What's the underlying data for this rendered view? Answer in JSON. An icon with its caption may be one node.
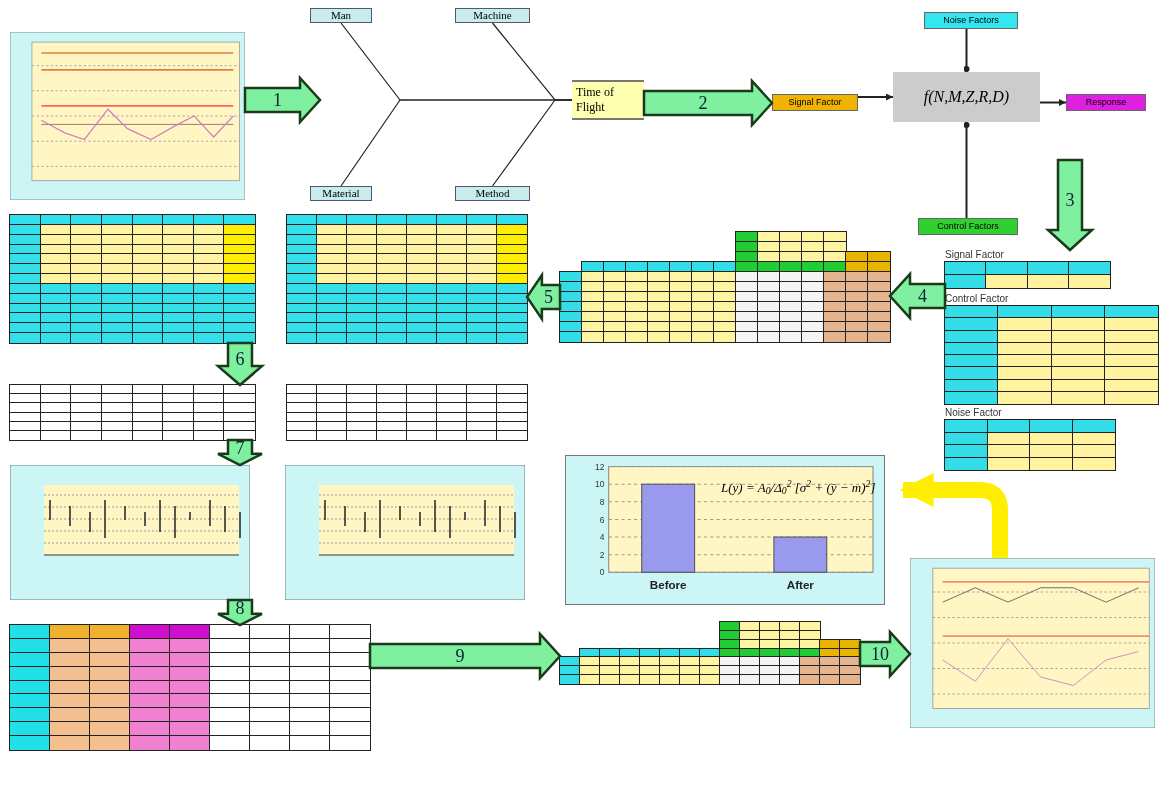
{
  "diagram": {
    "nodes": [
      {
        "text": [],
        "shape": "picture"
      },
      {
        "text": [
          "Man"
        ]
      },
      {
        "text": [
          "Machine"
        ]
      },
      {
        "text": [
          "Material"
        ]
      },
      {
        "text": [
          "Method"
        ]
      },
      {
        "text": [
          "Time of Flight"
        ]
      },
      {
        "text": [
          "f(N,M,Z,R,D)"
        ]
      },
      {
        "text": [
          "Noise Factors"
        ]
      },
      {
        "text": [
          "Signal Factor"
        ]
      },
      {
        "text": [
          "Response"
        ]
      },
      {
        "text": [
          "Control Factors"
        ]
      },
      {
        "text": [
          "Signal Factor"
        ]
      },
      {
        "text": [
          "Control Factor"
        ]
      },
      {
        "text": [
          "Noise Factor"
        ]
      },
      {
        "text": [],
        "shape": "picture"
      },
      {
        "text": [],
        "shape": "picture"
      },
      {
        "text": [],
        "shape": "picture"
      },
      {
        "text": [],
        "shape": "picture"
      },
      {
        "text": [],
        "shape": "picture"
      },
      {
        "text": [],
        "shape": "picture"
      },
      {
        "text": [],
        "shape": "picture"
      },
      {
        "text": [],
        "shape": "picture"
      },
      {
        "text": [],
        "shape": "picture"
      },
      {
        "text": [],
        "shape": "picture"
      },
      {
        "text": [],
        "shape": "box"
      }
    ],
    "edges": [
      {
        "from": 1,
        "to": 5,
        "arrow": "none"
      },
      {
        "from": 2,
        "to": 5,
        "arrow": "none"
      },
      {
        "from": 3,
        "to": 5,
        "arrow": "none"
      },
      {
        "from": 4,
        "to": 5,
        "arrow": "none"
      },
      {
        "from": 7,
        "to": 6,
        "arrow": "other"
      },
      {
        "from": 10,
        "to": 6,
        "arrow": "other"
      },
      {
        "from": 8,
        "to": 6,
        "arrow": "to"
      },
      {
        "from": 6,
        "to": 9,
        "arrow": "to"
      },
      {
        "from": 0,
        "to": null,
        "arrow": "to",
        "label": "1",
        "style": "thick"
      },
      {
        "from": 5,
        "to": 8,
        "arrow": "to",
        "label": "2",
        "style": "thick"
      },
      {
        "from": null,
        "to": 11,
        "arrow": "to",
        "label": "3",
        "style": "thick"
      },
      {
        "from": 12,
        "to": 14,
        "arrow": "to",
        "label": "4",
        "style": "thick"
      },
      {
        "from": 14,
        "to": 16,
        "arrow": "to",
        "label": "5",
        "style": "thick"
      },
      {
        "from": 15,
        "to": 17,
        "arrow": "to",
        "label": "6",
        "style": "thick"
      },
      {
        "from": 17,
        "to": 19,
        "arrow": "to",
        "label": "7",
        "style": "thick"
      },
      {
        "from": 19,
        "to": 21,
        "arrow": "to",
        "label": "8",
        "style": "thick"
      },
      {
        "from": 21,
        "to": 22,
        "arrow": "to",
        "label": "9",
        "style": "thick"
      },
      {
        "from": 22,
        "to": 23,
        "arrow": "to",
        "label": "10",
        "style": "thick"
      },
      {
        "from": 23,
        "to": 24,
        "arrow": "to",
        "style": "thick",
        "color": "#ffee00"
      }
    ],
    "labels": [
      "L(y) = A$_{0}$/Δ$_{0}$$^{2}$ [σ$^{2}$ + (ȳ − m)$^{2}$]"
    ],
    "chart_data": {
      "type": "bar",
      "categories": [
        "Before",
        "After"
      ],
      "values": [
        10,
        4
      ],
      "ylim": [
        0,
        12
      ],
      "yticks": [
        0,
        2,
        4,
        6,
        8,
        10,
        12
      ],
      "grid": true
    }
  }
}
